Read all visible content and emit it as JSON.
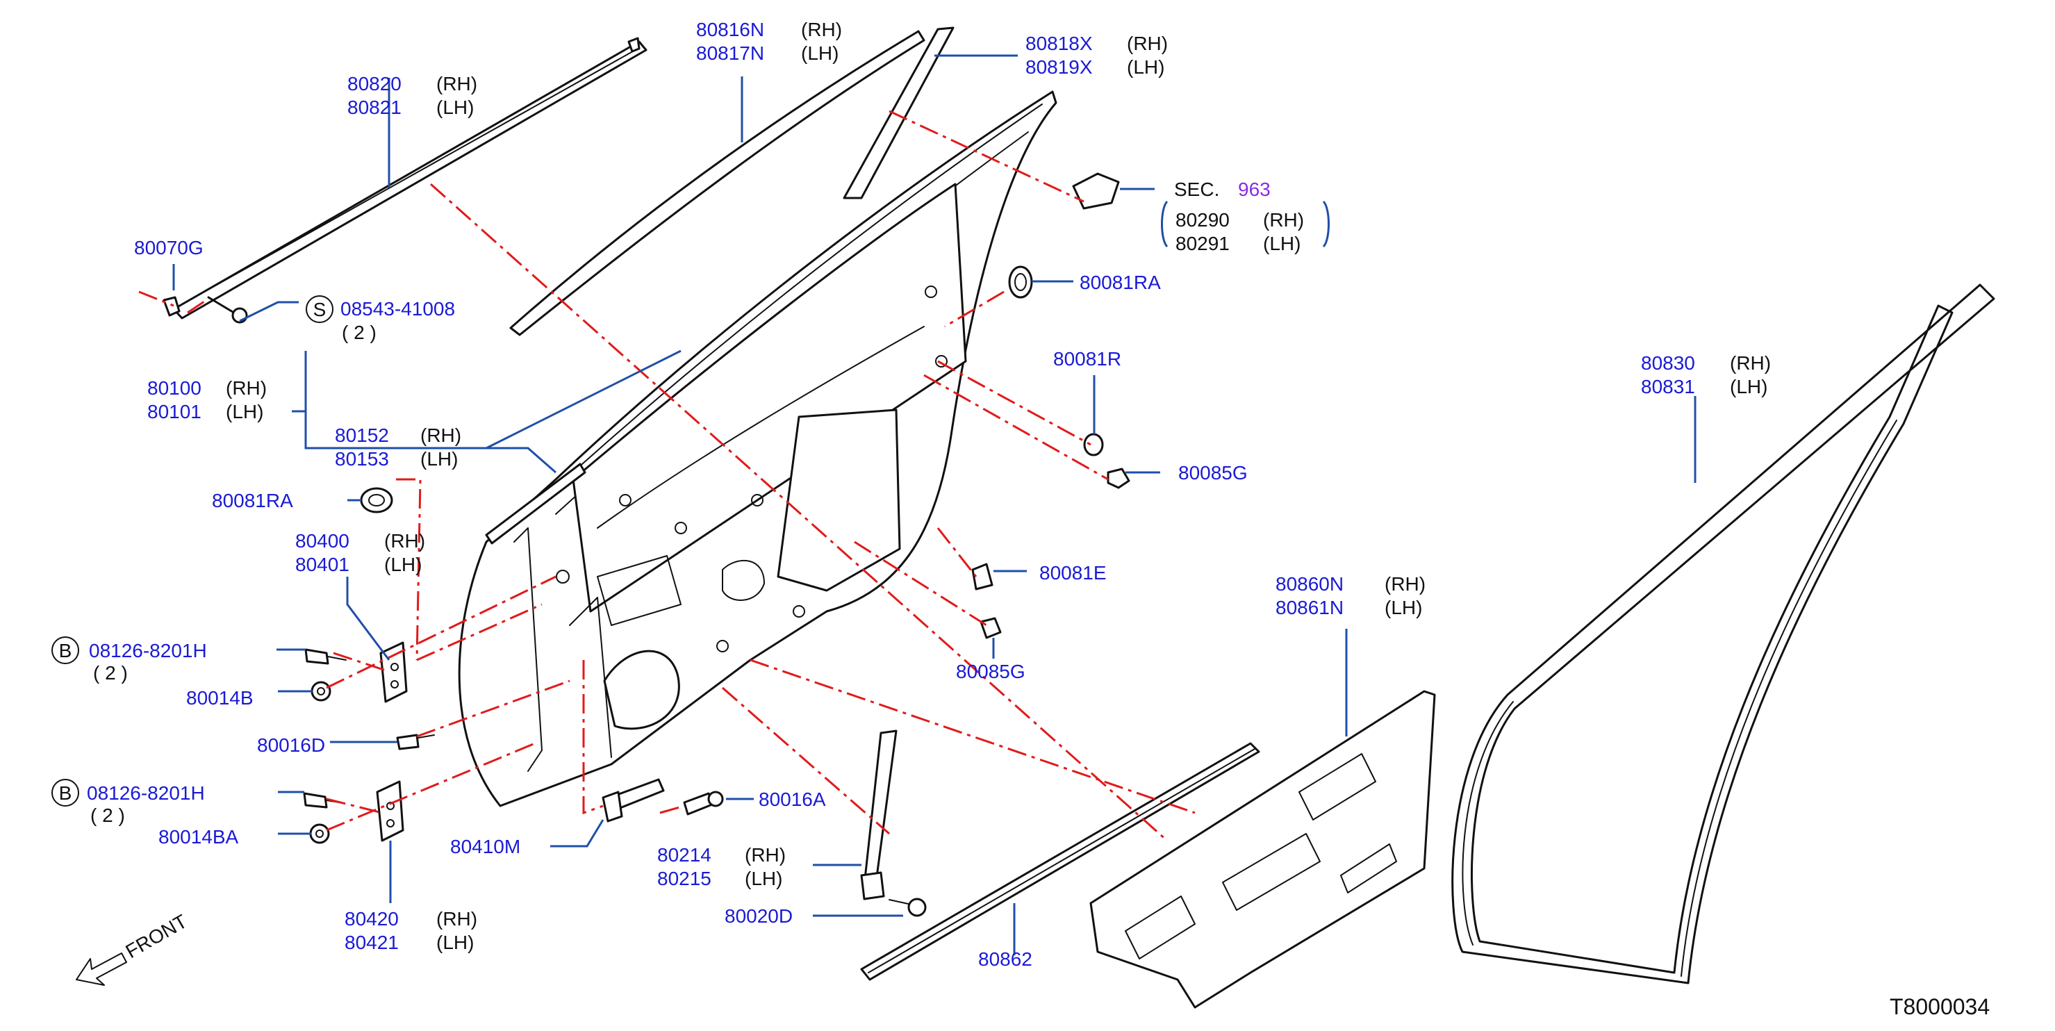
{
  "diagram_id": "T8000034",
  "front_label": "FRONT",
  "section": {
    "prefix": "SEC.",
    "number": "963"
  },
  "callouts": {
    "wm_outer": [
      "80820",
      "80821"
    ],
    "glass": [
      "80816N",
      "80817N"
    ],
    "sash": [
      "80818X",
      "80819X"
    ],
    "bracket": [
      "80290",
      "80291"
    ],
    "grom_ra_right": "80081RA",
    "r_plug": "80081R",
    "g_cap_upper": "80085G",
    "e_clip": "80081E",
    "g_cap_lower": "80085G",
    "clip_g": "80070G",
    "screw_s": "08543-41008",
    "screw_s_qty": "( 2 )",
    "panel": [
      "80100",
      "80101"
    ],
    "wm_inner": [
      "80152",
      "80153"
    ],
    "grom_ra_left": "80081RA",
    "hinge_upper": [
      "80400",
      "80401"
    ],
    "bolt_upper": "08126-8201H",
    "bolt_upper_qty": "( 2 )",
    "nut_upper": "80014B",
    "bolt_d": "80016D",
    "bolt_lower": "08126-8201H",
    "bolt_lower_qty": "( 2 )",
    "nut_lower": "80014BA",
    "hinge_lower": [
      "80420",
      "80421"
    ],
    "check": "80410M",
    "bolt_a": "80016A",
    "check_link": [
      "80214",
      "80215"
    ],
    "screw_d": "80020D",
    "seal_strip": "80862",
    "sealing_screen": [
      "80860N",
      "80861N"
    ],
    "weatherstrip": [
      "80830",
      "80831"
    ]
  },
  "side": {
    "rh": "(RH)",
    "lh": "(LH)"
  },
  "markers": {
    "s": "S",
    "b": "B"
  },
  "colors": {
    "part_number": "#1a1ad6",
    "leader": "#1f4fa8",
    "centerline": "#e01b1b",
    "section_number": "#8a2be2"
  }
}
